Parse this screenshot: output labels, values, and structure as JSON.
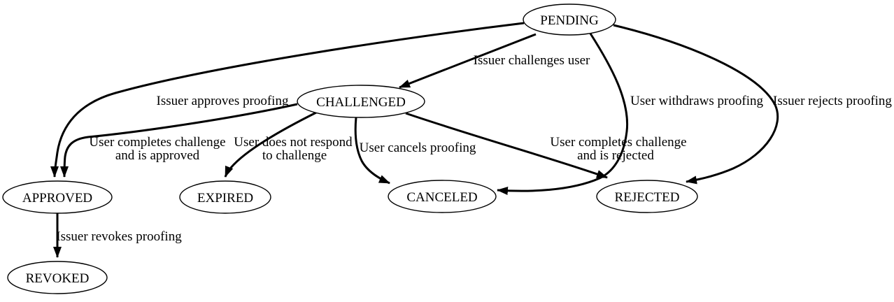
{
  "diagram_type": "state-machine",
  "colors": {
    "background": "#ffffff",
    "node_fill": "#ffffff",
    "stroke": "#000000",
    "text": "#000000"
  },
  "nodes": {
    "pending": {
      "label": "PENDING"
    },
    "challenged": {
      "label": "CHALLENGED"
    },
    "approved": {
      "label": "APPROVED"
    },
    "expired": {
      "label": "EXPIRED"
    },
    "canceled": {
      "label": "CANCELED"
    },
    "rejected": {
      "label": "REJECTED"
    },
    "revoked": {
      "label": "REVOKED"
    }
  },
  "edges": {
    "pending_challenged": {
      "from": "PENDING",
      "to": "CHALLENGED",
      "label": "Issuer challenges user"
    },
    "pending_approved": {
      "from": "PENDING",
      "to": "APPROVED",
      "label": "Issuer approves proofing"
    },
    "challenged_approved": {
      "from": "CHALLENGED",
      "to": "APPROVED",
      "label_lines": [
        "User completes challenge",
        "and is approved"
      ]
    },
    "challenged_expired": {
      "from": "CHALLENGED",
      "to": "EXPIRED",
      "label_lines": [
        "User does not respond",
        "to challenge"
      ]
    },
    "challenged_canceled": {
      "from": "CHALLENGED",
      "to": "CANCELED",
      "label": "User cancels proofing"
    },
    "challenged_rejected": {
      "from": "CHALLENGED",
      "to": "REJECTED",
      "label_lines": [
        "User completes challenge",
        "and is rejected"
      ]
    },
    "pending_canceled": {
      "from": "PENDING",
      "to": "CANCELED",
      "label": "User withdraws proofing"
    },
    "pending_rejected": {
      "from": "PENDING",
      "to": "REJECTED",
      "label": "Issuer rejects proofing"
    },
    "approved_revoked": {
      "from": "APPROVED",
      "to": "REVOKED",
      "label": "Issuer revokes proofing"
    }
  }
}
